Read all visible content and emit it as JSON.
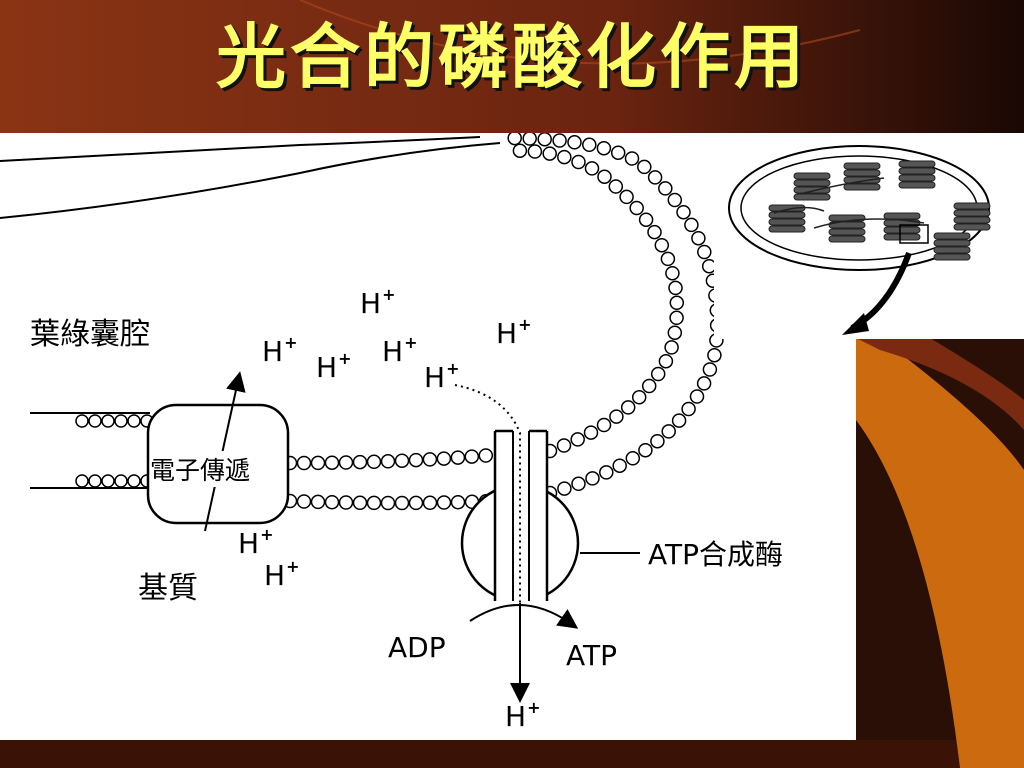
{
  "slide": {
    "title": "光合的磷酸化作用"
  },
  "labels": {
    "lumen": "葉綠囊腔",
    "stroma": "基質",
    "electron_transport": "電子傳遞",
    "atp_synthase": "ATP合成酶",
    "adp": "ADP",
    "atp": "ATP"
  },
  "ion": {
    "base": "H",
    "charge": "+"
  },
  "colors": {
    "background_dark": "#2a0f06",
    "background_brown": "#7a2a10",
    "accent_orange": "#cc6a10",
    "title_yellow": "#ffff66"
  }
}
